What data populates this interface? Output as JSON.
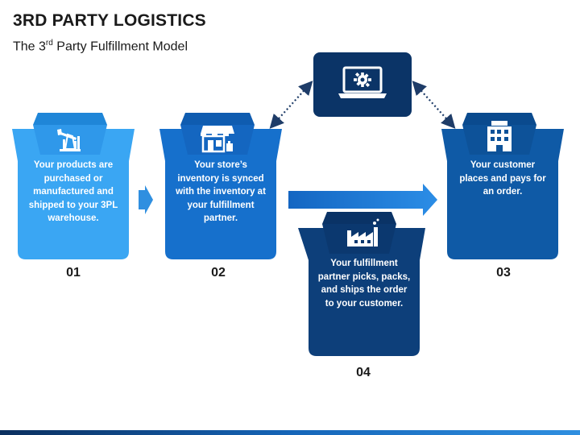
{
  "header": {
    "title": "3RD PARTY LOGISTICS",
    "subtitle_before": "The 3",
    "subtitle_sup": "rd",
    "subtitle_after": " Party Fulfillment Model"
  },
  "steps": [
    {
      "number": "01",
      "text": "Your products are purchased or manufactured and shipped to your 3PL warehouse.",
      "icon": "oil-pump-icon",
      "color": "#3aa6f3"
    },
    {
      "number": "02",
      "text": "Your store’s inventory is synced with the inventory at your fulfillment partner.",
      "icon": "store-icon",
      "color": "#1670cc"
    },
    {
      "number": "03",
      "text": "Your customer places and pays for an order.",
      "icon": "building-icon",
      "color": "#0f5aa6"
    },
    {
      "number": "04",
      "text": "Your fulfillment partner picks, packs, and ships the order to your customer.",
      "icon": "factory-icon",
      "color": "#0d3f7a"
    }
  ],
  "center": {
    "icon": "laptop-gear-icon",
    "color": "#0b3467"
  }
}
